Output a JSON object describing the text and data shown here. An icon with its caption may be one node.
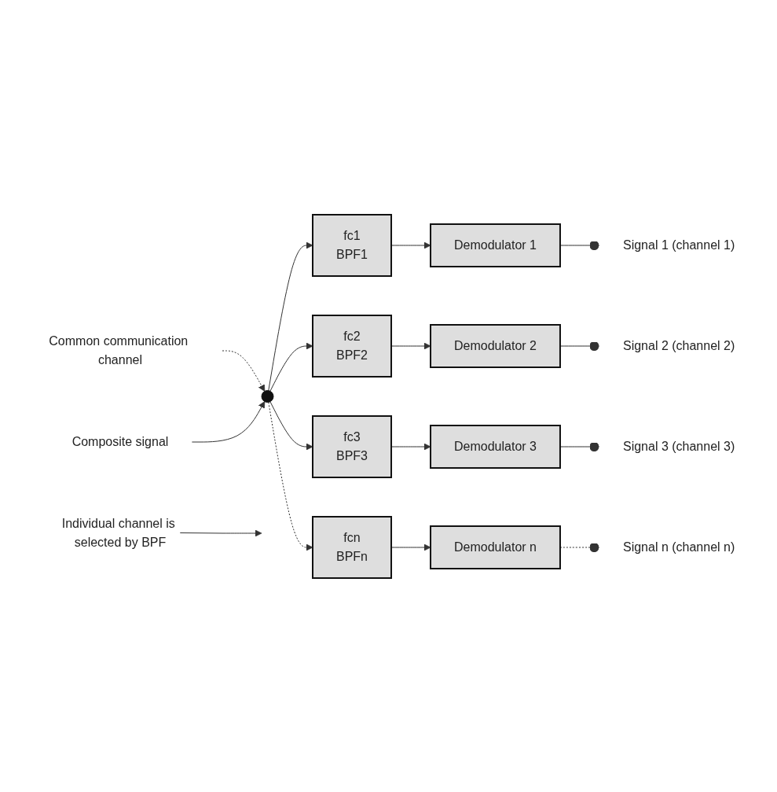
{
  "diagram": {
    "nodes": [
      {
        "text": [
          "Common communication channel"
        ]
      },
      {
        "text": [],
        "shape": "circle"
      },
      {
        "text": [
          "Composite signal"
        ]
      },
      {
        "text": [
          "fc1",
          "BPF1"
        ]
      },
      {
        "text": [
          "Demodulator 1"
        ]
      },
      {
        "text": [
          "Signal 1 (channel 1)"
        ]
      },
      {
        "text": [
          "fc2",
          "BPF2"
        ]
      },
      {
        "text": [
          "Demodulator 2"
        ]
      },
      {
        "text": [
          "Signal 2 (channel 2)"
        ]
      },
      {
        "text": [
          "fc3",
          "BPF3"
        ]
      },
      {
        "text": [
          "Demodulator 3"
        ]
      },
      {
        "text": [
          "Signal 3 (channel 3)"
        ]
      },
      {
        "text": [
          "fcn",
          "BPFn"
        ]
      },
      {
        "text": [
          "Demodulator n"
        ]
      },
      {
        "text": [
          "Signal n (channel n)"
        ]
      },
      {
        "text": [
          "Individual channel is selected by BPF"
        ]
      }
    ],
    "edges": [
      {
        "from": 0,
        "to": 1,
        "arrow": "to",
        "style": "dashed"
      },
      {
        "from": 2,
        "to": 1,
        "arrow": "to"
      },
      {
        "from": 1,
        "to": 3,
        "arrow": "to"
      },
      {
        "from": 1,
        "to": 6,
        "arrow": "to"
      },
      {
        "from": 1,
        "to": 9,
        "arrow": "to"
      },
      {
        "from": 1,
        "to": 12,
        "arrow": "to",
        "style": "dashed"
      },
      {
        "from": 3,
        "to": 4,
        "arrow": "to"
      },
      {
        "from": 6,
        "to": 7,
        "arrow": "to"
      },
      {
        "from": 9,
        "to": 10,
        "arrow": "to"
      },
      {
        "from": 12,
        "to": 13,
        "arrow": "to"
      },
      {
        "from": 4,
        "to": 5,
        "arrow": "other"
      },
      {
        "from": 7,
        "to": 8,
        "arrow": "other"
      },
      {
        "from": 10,
        "to": 11,
        "arrow": "other"
      },
      {
        "from": 13,
        "to": 14,
        "arrow": "other",
        "style": "dashed"
      },
      {
        "from": 15,
        "to": null,
        "arrow": "to"
      }
    ]
  }
}
